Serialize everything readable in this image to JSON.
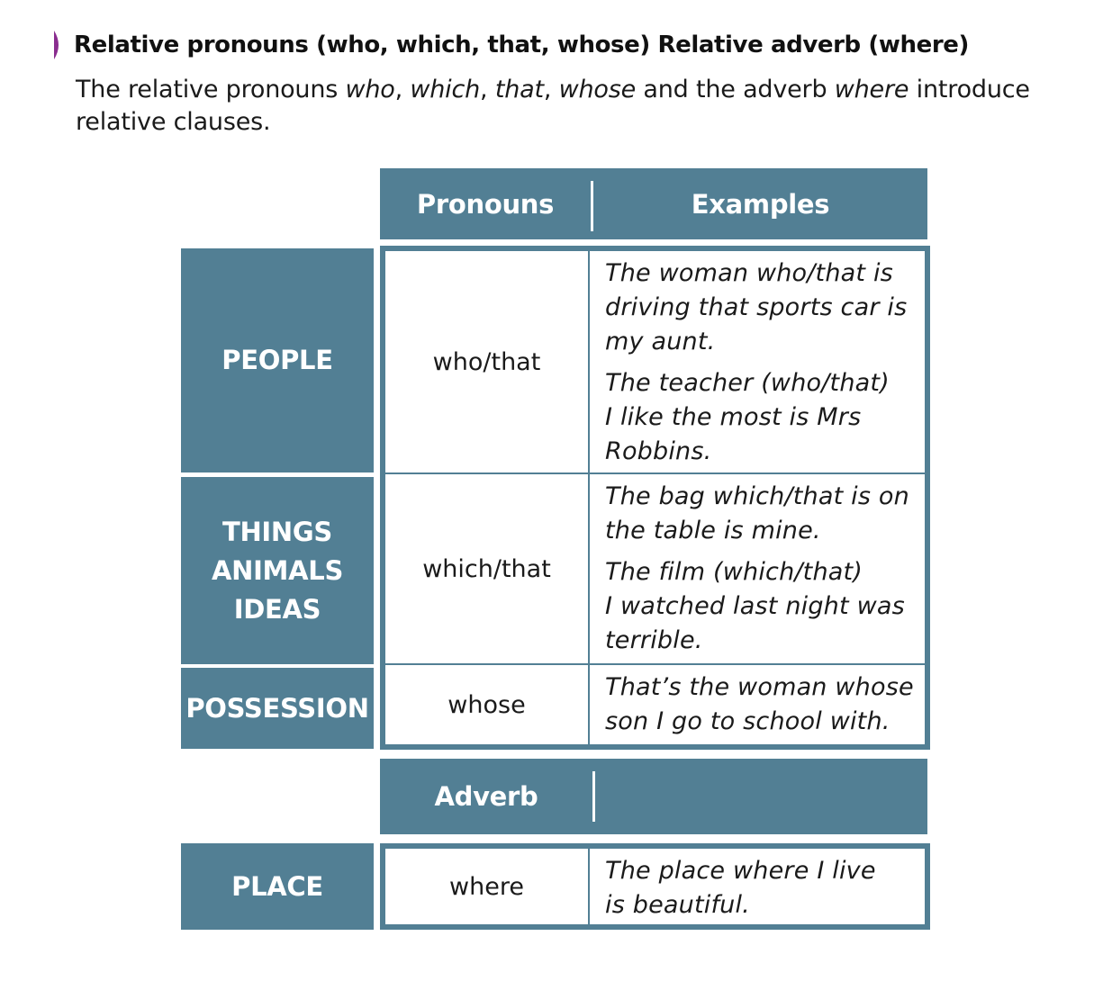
{
  "colors": {
    "teal": "#527f94",
    "marker": "#8a2d8f",
    "white": "#ffffff"
  },
  "title": "Relative pronouns (who, which, that, whose) Relative adverb (where)",
  "intro": {
    "p1": "The relative pronouns ",
    "i1": "who",
    "p2": ", ",
    "i2": "which",
    "p3": ", ",
    "i3": "that",
    "p4": ", ",
    "i4": "whose",
    "p5": " and the adverb ",
    "i5": "where",
    "p6": " introduce relative clauses."
  },
  "pronoun_table": {
    "headers": [
      "Pronouns",
      "Examples"
    ],
    "rows": [
      {
        "category": [
          "PEOPLE"
        ],
        "pronoun": "who/that",
        "examples": [
          [
            "The woman who/that is",
            "driving that sports car is",
            "my aunt."
          ],
          [
            "The teacher (who/that)",
            "I like the most is Mrs",
            "Robbins."
          ]
        ]
      },
      {
        "category": [
          "THINGS",
          "ANIMALS",
          "IDEAS"
        ],
        "pronoun": "which/that",
        "examples": [
          [
            "The bag which/that is on",
            "the table is mine."
          ],
          [
            "The film (which/that)",
            "I watched last night was",
            "terrible."
          ]
        ]
      },
      {
        "category": [
          "POSSESSION"
        ],
        "pronoun": "whose",
        "examples": [
          [
            "That’s the woman whose",
            "son I go to school with."
          ]
        ]
      }
    ]
  },
  "adverb_table": {
    "headers": [
      "Adverb",
      ""
    ],
    "rows": [
      {
        "category": [
          "PLACE"
        ],
        "pronoun": "where",
        "examples": [
          [
            "The place where I live",
            "is beautiful."
          ]
        ]
      }
    ]
  }
}
